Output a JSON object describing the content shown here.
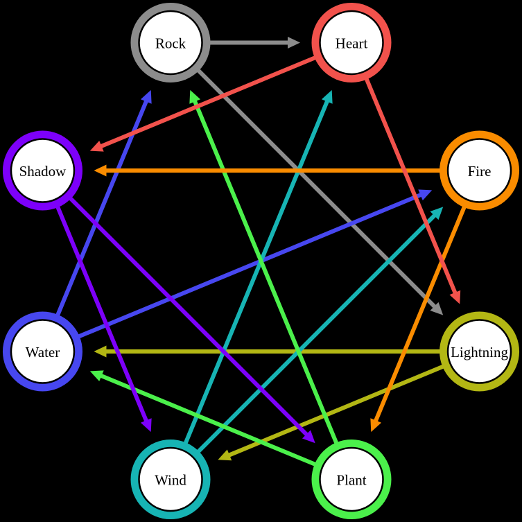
{
  "background": "#000000",
  "diagram_type": "directed-element-relationship-graph",
  "nodes": [
    {
      "id": "rock",
      "label": "Rock",
      "color": "#8c8c8c"
    },
    {
      "id": "heart",
      "label": "Heart",
      "color": "#f2524c"
    },
    {
      "id": "shadow",
      "label": "Shadow",
      "color": "#7d00fa"
    },
    {
      "id": "fire",
      "label": "Fire",
      "color": "#fa8c00"
    },
    {
      "id": "water",
      "label": "Water",
      "color": "#4747f0"
    },
    {
      "id": "lightning",
      "label": "Lightning",
      "color": "#b3b714"
    },
    {
      "id": "wind",
      "label": "Wind",
      "color": "#17b4b4"
    },
    {
      "id": "plant",
      "label": "Plant",
      "color": "#4bf04b"
    }
  ],
  "edges": [
    {
      "from": "rock",
      "to": "heart"
    },
    {
      "from": "rock",
      "to": "lightning"
    },
    {
      "from": "water",
      "to": "rock"
    },
    {
      "from": "water",
      "to": "fire"
    },
    {
      "from": "lightning",
      "to": "water"
    },
    {
      "from": "lightning",
      "to": "wind"
    },
    {
      "from": "wind",
      "to": "heart"
    },
    {
      "from": "wind",
      "to": "fire"
    },
    {
      "from": "plant",
      "to": "rock"
    },
    {
      "from": "plant",
      "to": "water"
    },
    {
      "from": "shadow",
      "to": "wind"
    },
    {
      "from": "shadow",
      "to": "plant"
    },
    {
      "from": "fire",
      "to": "shadow"
    },
    {
      "from": "fire",
      "to": "plant"
    },
    {
      "from": "heart",
      "to": "shadow"
    },
    {
      "from": "heart",
      "to": "lightning"
    }
  ],
  "node_style": {
    "inner_fill": "#ffffff",
    "inner_border": "#000000",
    "label_color": "#000000"
  }
}
